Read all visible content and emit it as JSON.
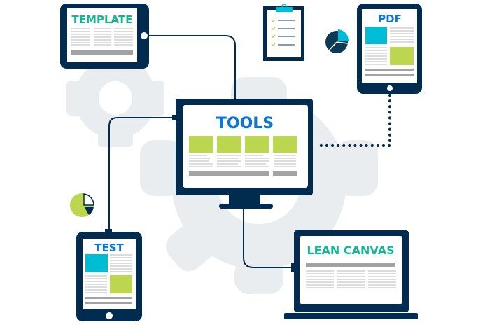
{
  "devices": {
    "template": {
      "label": "TEMPLATE"
    },
    "tools": {
      "label": "TOOLS"
    },
    "pdf": {
      "label": "PDF"
    },
    "test": {
      "label": "TEST"
    },
    "lean_canvas": {
      "label": "LEAN CANVAS"
    }
  },
  "colors": {
    "navy": "#022b50",
    "blue_text": "#0b78d8",
    "teal_text": "#13b890",
    "cyan": "#00bcd4",
    "green": "#bcd64f",
    "gray_line": "#c8c8c8",
    "gear": "#e9edf0"
  }
}
